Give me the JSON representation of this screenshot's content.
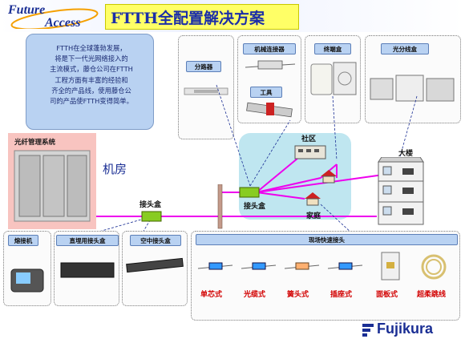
{
  "header": {
    "logo_line1": "Future",
    "logo_line2": "Access",
    "title": "FTTH全配置解决方案"
  },
  "intro": {
    "text": "FTTH在全球蓬勃发展，\n将是下一代光网络接入的\n主流模式，藤仓公司在FTTH\n工程方面有丰富的经验和\n齐全的产品线，使用藤仓公\n司的产品使FTTH变得简单。"
  },
  "top_products": {
    "splitter": "分路器",
    "mech_connector": "机械连接器",
    "tool": "工具",
    "terminal_box": "终端盒",
    "fiber_box": "光分线盒"
  },
  "network": {
    "fiber_mgmt": "光纤管理系统",
    "machine_room": "机房",
    "splice_box_left": "接头盒",
    "splice_box_center": "接头盒",
    "community": "社区",
    "building": "大楼",
    "home": "家庭"
  },
  "bottom_products": {
    "fusion_splicer": "熔接机",
    "direct_splice": "直埋用接头盒",
    "aerial_splice": "空中接头盒",
    "field_connector": "现场快速接头",
    "items": [
      "单芯式",
      "光缆式",
      "簧头式",
      "插座式",
      "面板式",
      "超柔跳线"
    ]
  },
  "brand": "Fujikura",
  "colors": {
    "title": "#1b2ea8",
    "fiber": "#ee00ee",
    "panel_label": "#b9d2f2",
    "fiber_mgmt_bg": "#f8c4c0",
    "community_bg": "#bfe6f0",
    "splice_box": "#88cc22"
  }
}
